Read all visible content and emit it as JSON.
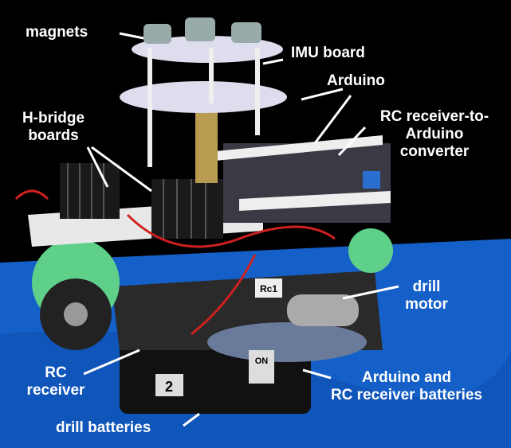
{
  "labels": {
    "magnets": "magnets",
    "imu_board": "IMU board",
    "arduino": "Arduino",
    "rc_converter": [
      "RC receiver-to-",
      "Arduino",
      "converter"
    ],
    "h_bridge": [
      "H-bridge",
      "boards"
    ],
    "drill_motor": [
      "drill",
      "motor"
    ],
    "rc_receiver": [
      "RC",
      "receiver"
    ],
    "arduino_batteries": [
      "Arduino and",
      "RC receiver batteries"
    ],
    "drill_batteries": "drill batteries"
  },
  "photo_tags": {
    "rc1": "Rc1",
    "on": "ON",
    "battery_number": "2"
  },
  "colors": {
    "background": "#000000",
    "tablecloth": "#1560c8",
    "label": "#ffffff",
    "gear": "#5fd08a"
  }
}
